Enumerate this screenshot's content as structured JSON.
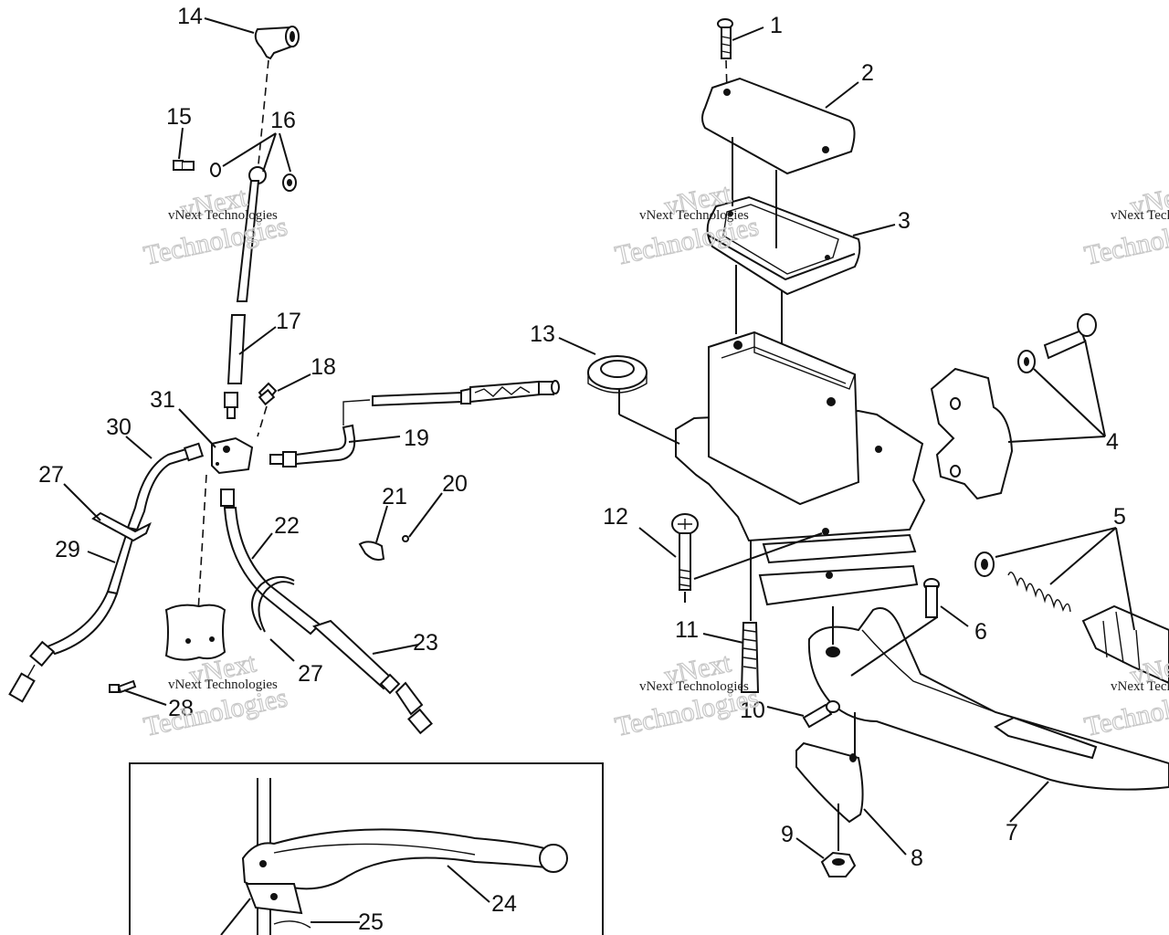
{
  "diagram": {
    "callouts": [
      "1",
      "2",
      "3",
      "4",
      "5",
      "6",
      "7",
      "8",
      "9",
      "10",
      "11",
      "12",
      "13",
      "14",
      "15",
      "16",
      "17",
      "18",
      "19",
      "20",
      "21",
      "22",
      "23",
      "24",
      "25",
      "27",
      "27",
      "28",
      "29",
      "30",
      "31"
    ],
    "watermark": {
      "small": "vNext Technologies",
      "big": "Technologies",
      "top": "vNext"
    }
  }
}
